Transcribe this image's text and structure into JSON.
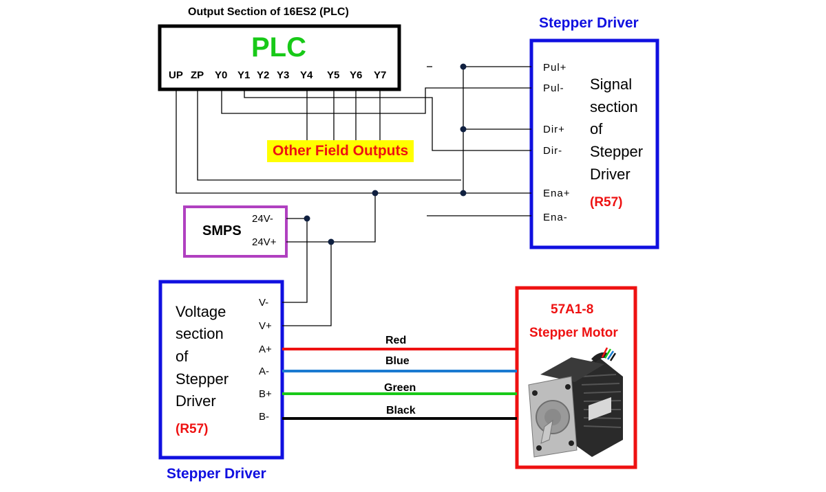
{
  "plc": {
    "caption": "Output Section of 16ES2 (PLC)",
    "title": "PLC",
    "pins": [
      "UP",
      "ZP",
      "Y0",
      "Y1",
      "Y2",
      "Y3",
      "Y4",
      "Y5",
      "Y6",
      "Y7"
    ]
  },
  "other_outputs": "Other Field Outputs",
  "smps": {
    "label": "SMPS",
    "neg": "24V-",
    "pos": "24V+"
  },
  "signal_driver": {
    "title": "Stepper Driver",
    "pins": [
      "Pul+",
      "Pul-",
      "Dir+",
      "Dir-",
      "Ena+",
      "Ena-"
    ],
    "text_lines": [
      "Signal",
      "section",
      "of",
      "Stepper",
      "Driver"
    ],
    "model": "(R57)"
  },
  "voltage_driver": {
    "title": "Stepper Driver",
    "pins": [
      "V-",
      "V+",
      "A+",
      "A-",
      "B+",
      "B-"
    ],
    "text_lines": [
      "Voltage",
      "section",
      "of",
      "Stepper",
      "Driver"
    ],
    "model": "(R57)"
  },
  "motor": {
    "model": "57A1-8",
    "title": "Stepper Motor"
  },
  "wires": [
    "Red",
    "Blue",
    "Green",
    "Black"
  ],
  "colors": {
    "plc_green": "#18c918",
    "driver_blue": "#1010e0",
    "motor_red": "#ee1111",
    "smps_purple": "#b040c0",
    "highlight_yellow": "#ffff00",
    "wire_red": "#ee1111",
    "wire_blue": "#1a7ad0",
    "wire_green": "#18c918",
    "wire_black": "#000000"
  }
}
